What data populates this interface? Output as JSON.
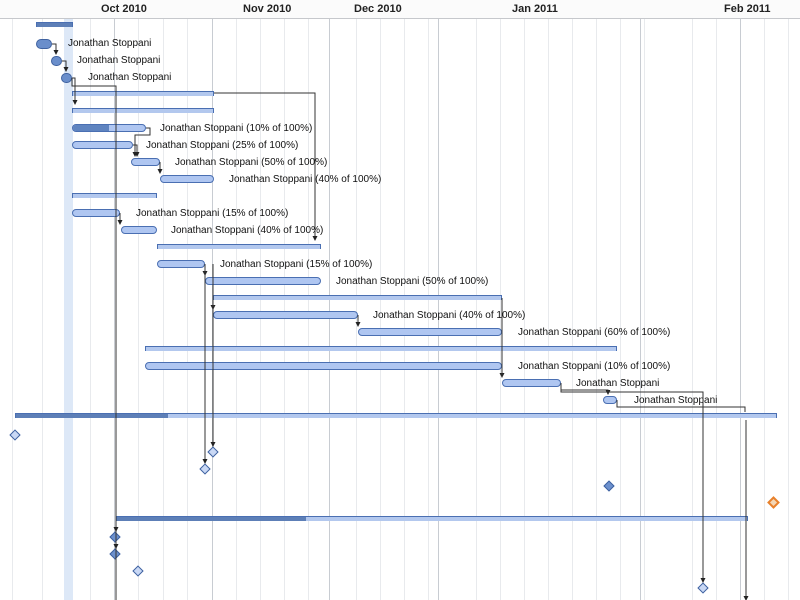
{
  "timeline": {
    "months": [
      "Oct 2010",
      "Nov 2010",
      "Dec 2010",
      "Jan 2011",
      "Feb 2011"
    ]
  },
  "resource": "Jonathan Stoppani",
  "tasks": [
    {
      "label": "Jonathan Stoppani"
    },
    {
      "label": "Jonathan Stoppani"
    },
    {
      "label": "Jonathan Stoppani"
    },
    {
      "label": "Jonathan Stoppani (10% of 100%)",
      "progress": 0.5
    },
    {
      "label": "Jonathan Stoppani (25% of 100%)"
    },
    {
      "label": "Jonathan Stoppani (50% of 100%)"
    },
    {
      "label": "Jonathan Stoppani (40% of 100%)"
    },
    {
      "label": "Jonathan Stoppani (15% of 100%)"
    },
    {
      "label": "Jonathan Stoppani (40% of 100%)"
    },
    {
      "label": "Jonathan Stoppani (15% of 100%)"
    },
    {
      "label": "Jonathan Stoppani (50% of 100%)"
    },
    {
      "label": "Jonathan Stoppani (40% of 100%)"
    },
    {
      "label": "Jonathan Stoppani (60% of 100%)"
    },
    {
      "label": "Jonathan Stoppani (10% of 100%)"
    },
    {
      "label": "Jonathan Stoppani"
    },
    {
      "label": "Jonathan Stoppani"
    }
  ],
  "groups": [
    {
      "progress": 1.0
    },
    {
      "progress": 0.0
    },
    {
      "progress": 0.0
    },
    {
      "progress": 0.0
    },
    {
      "progress": 0.0
    },
    {
      "progress": 0.0
    },
    {
      "progress": 0.0
    },
    {
      "progress": 0.2
    },
    {
      "progress": 0.3
    }
  ],
  "colors": {
    "bar_fill": "#afc6f1",
    "bar_border": "#4a6fb2",
    "progress_fill": "#5f84c0",
    "milestone": "#6c90cd",
    "milestone_highlight": "#e8812c",
    "today_column": "#dde8f7"
  }
}
